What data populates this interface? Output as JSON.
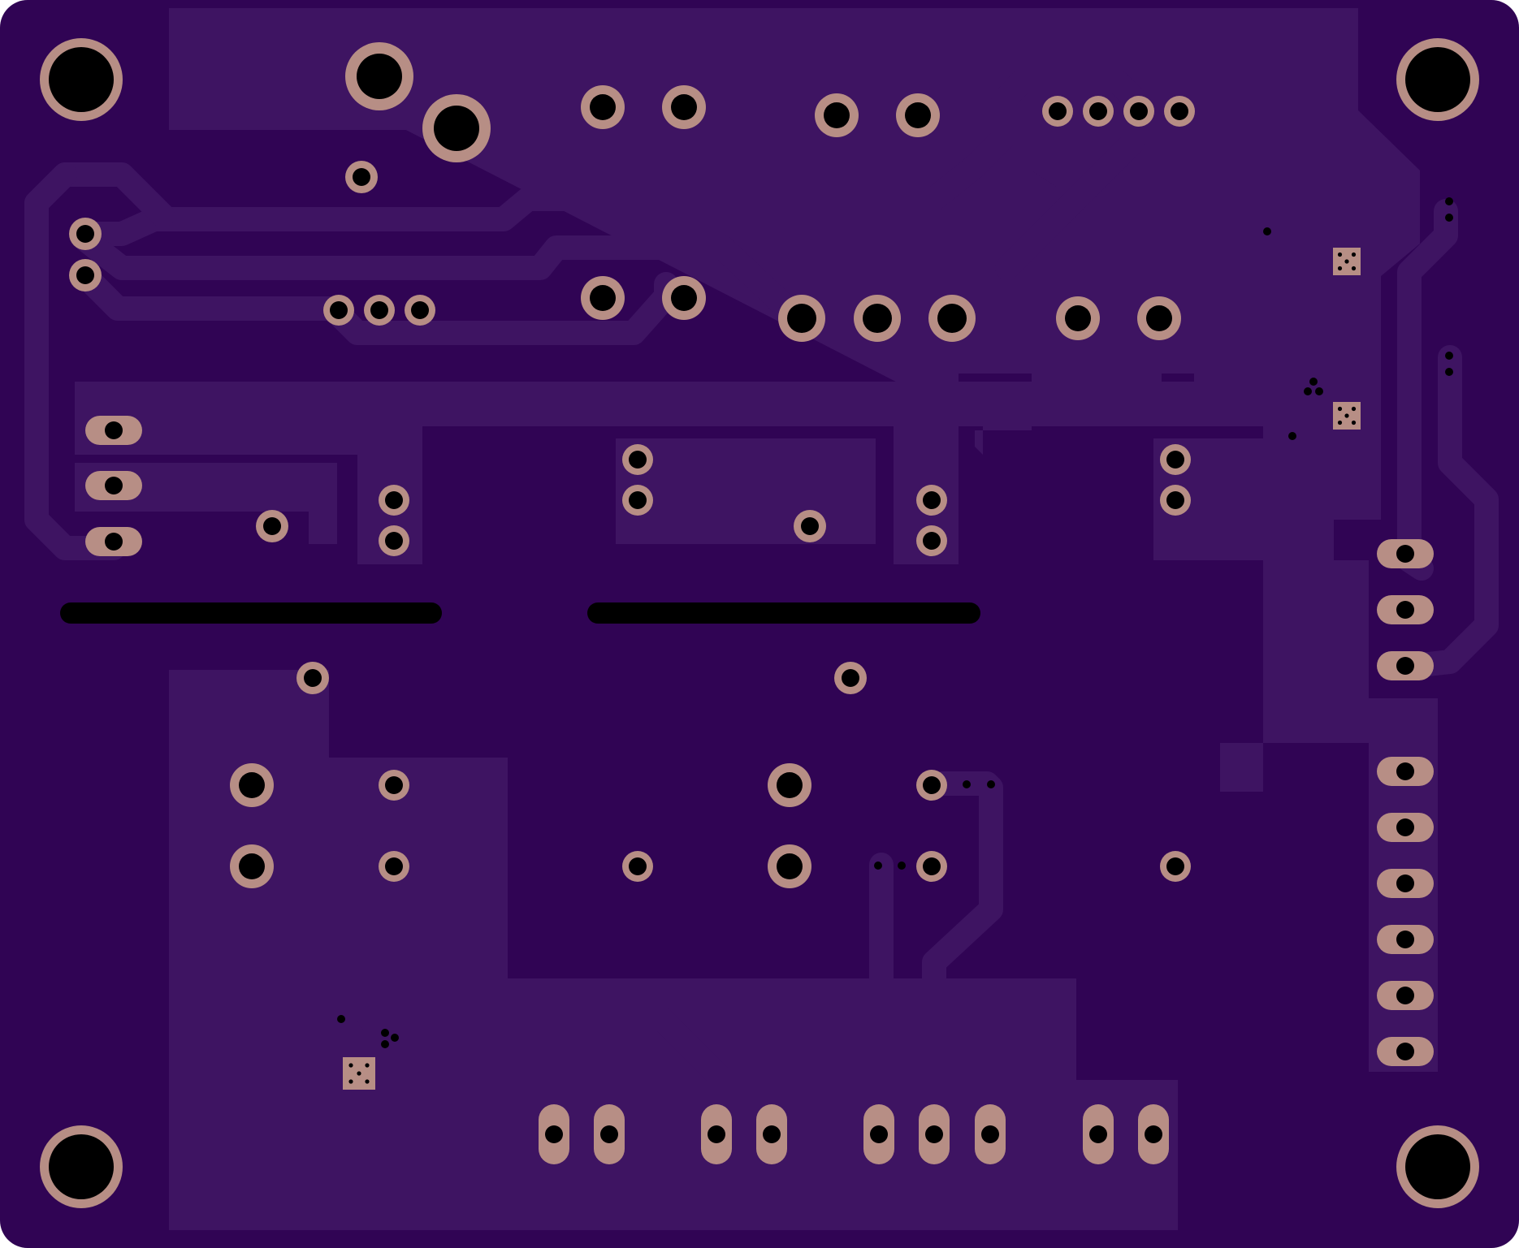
{
  "board": {
    "colors": {
      "substrate": "#300454",
      "copper_pour": "#3e1462",
      "trace": "#3e1462",
      "trace_outline": "#2a0448",
      "pad": "#b78e85",
      "drill": "#000000",
      "slot": "#000000"
    },
    "layers": [
      "substrate",
      "copper-pour",
      "traces",
      "pads",
      "drills",
      "slots"
    ]
  }
}
